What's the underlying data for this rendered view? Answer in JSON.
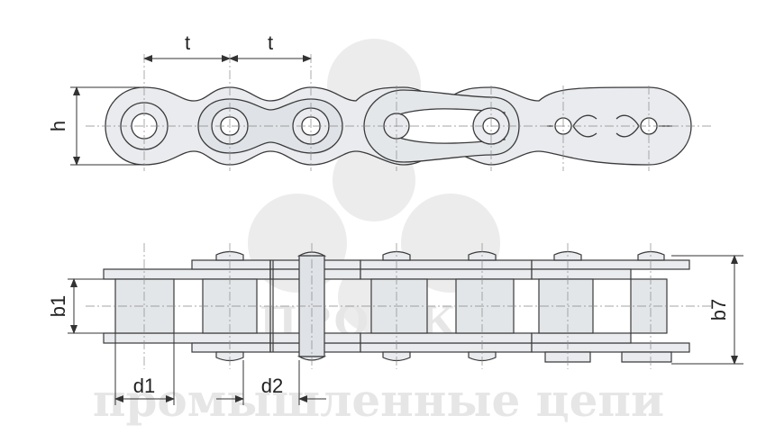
{
  "labels": {
    "pitch_1": "t",
    "pitch_2": "t",
    "height": "h",
    "inner_width": "b1",
    "overall_width": "b7",
    "roller_diameter": "d1",
    "pin_diameter": "d2"
  },
  "watermark": {
    "brand": "ПРОМКО",
    "tagline": "промышленные цепи"
  },
  "colors": {
    "fill": "#e9ebee",
    "fill_dark": "#d7dade",
    "stroke": "#3a3a3a",
    "dim": "#333333",
    "watermark": "#e4e4e4"
  }
}
